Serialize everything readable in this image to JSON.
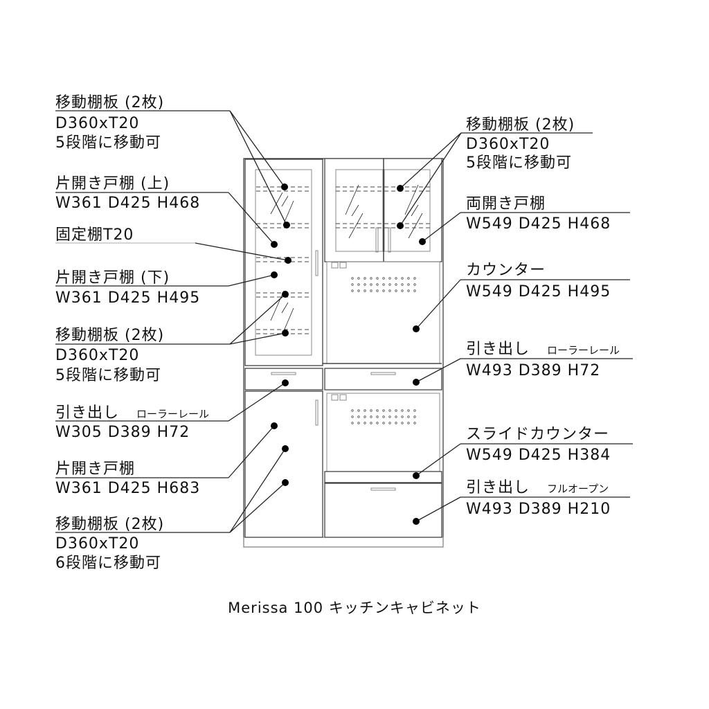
{
  "left_labels": [
    {
      "title": "移動棚板 (2枚)",
      "lines": [
        "D360xT20",
        "5段階に移動可"
      ]
    },
    {
      "title": "片開き戸棚 (上)",
      "lines": [
        "W361 D425 H468"
      ]
    },
    {
      "title": "固定棚T20",
      "lines": []
    },
    {
      "title": "片開き戸棚 (下)",
      "lines": [
        "W361 D425 H495"
      ]
    },
    {
      "title": "移動棚板 (2枚)",
      "lines": [
        "D360xT20",
        "5段階に移動可"
      ]
    },
    {
      "title": "引き出し",
      "sub": "ローラーレール",
      "lines": [
        "W305 D389 H72"
      ]
    },
    {
      "title": "片開き戸棚",
      "lines": [
        "W361 D425 H683"
      ]
    },
    {
      "title": "移動棚板 (2枚)",
      "lines": [
        "D360xT20",
        "6段階に移動可"
      ]
    }
  ],
  "right_labels": [
    {
      "title": "移動棚板 (2枚)",
      "lines": [
        "D360xT20",
        "5段階に移動可"
      ]
    },
    {
      "title": "両開き戸棚",
      "lines": [
        "W549 D425 H468"
      ]
    },
    {
      "title": "カウンター",
      "lines": [
        "W549 D425 H495"
      ]
    },
    {
      "title": "引き出し",
      "sub": "ローラーレール",
      "lines": [
        "W493 D389 H72"
      ]
    },
    {
      "title": "スライドカウンター",
      "lines": [
        "W549 D425 H384"
      ]
    },
    {
      "title": "引き出し",
      "sub": "フルオープン",
      "lines": [
        "W493 D389 H210"
      ]
    }
  ],
  "caption": "Merissa 100 キッチンキャビネット"
}
